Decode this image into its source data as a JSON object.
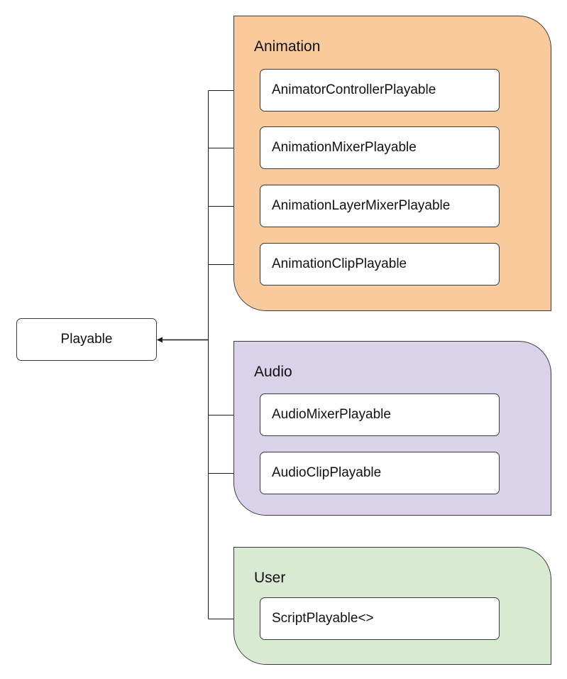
{
  "root": {
    "label": "Playable"
  },
  "groups": [
    {
      "title": "Animation",
      "color": "#f9cb9c",
      "items": [
        "AnimatorControllerPlayable",
        "AnimationMixerPlayable",
        "AnimationLayerMixerPlayable",
        "AnimationClipPlayable"
      ]
    },
    {
      "title": "Audio",
      "color": "#d9d2e9",
      "items": [
        "AudioMixerPlayable",
        "AudioClipPlayable"
      ]
    },
    {
      "title": "User",
      "color": "#d9ead3",
      "items": [
        "ScriptPlayable<>"
      ]
    }
  ],
  "line_color": "#1a1a1a"
}
